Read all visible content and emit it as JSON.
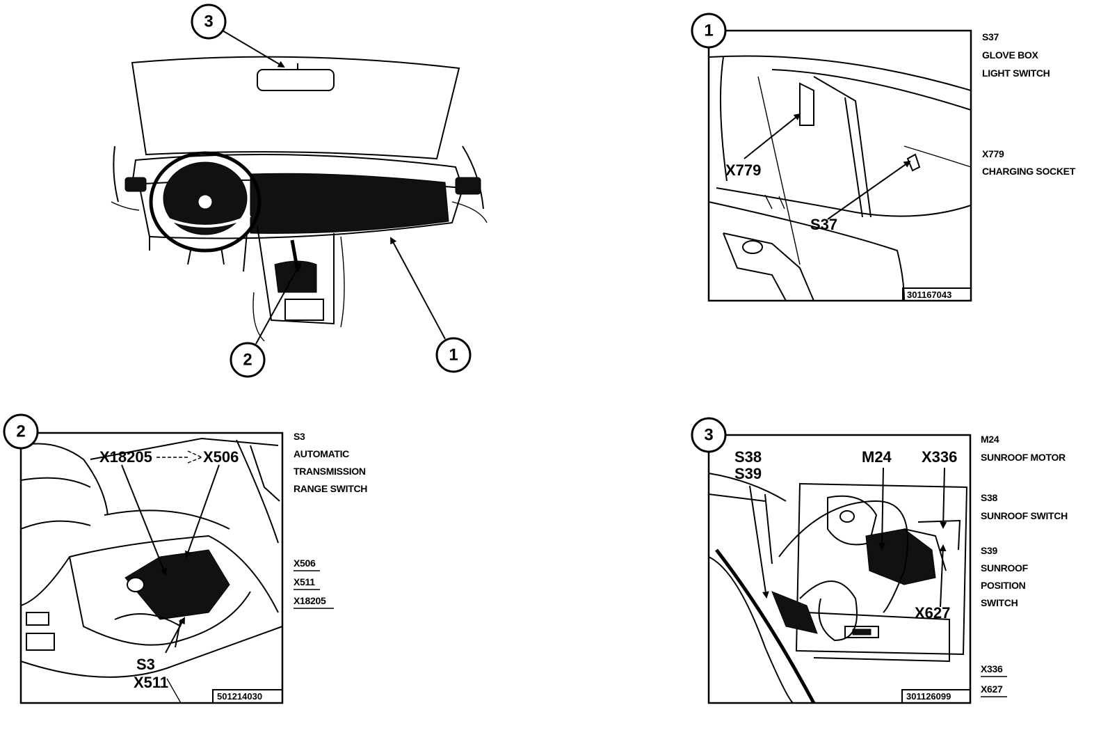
{
  "overview": {
    "callouts": [
      "3",
      "2",
      "1"
    ]
  },
  "panel1": {
    "number": "1",
    "labels": {
      "x779": "X779",
      "s37": "S37"
    },
    "side": {
      "s37_code": "S37",
      "s37_line1": "GLOVE BOX",
      "s37_line2": "LIGHT SWITCH",
      "x779_code": "X779",
      "x779_line1": "CHARGING SOCKET"
    },
    "ref": "301167043"
  },
  "panel2": {
    "number": "2",
    "labels": {
      "x18205": "X18205",
      "x506": "X506",
      "s3": "S3",
      "x511": "X511"
    },
    "side": {
      "s3_code": "S3",
      "line1": "AUTOMATIC",
      "line2": "TRANSMISSION",
      "line3": "RANGE SWITCH",
      "conn1": "X506",
      "conn2": "X511",
      "conn3": "X18205"
    },
    "ref": "501214030"
  },
  "panel3": {
    "number": "3",
    "labels": {
      "s38": "S38",
      "s39": "S39",
      "m24": "M24",
      "x336": "X336",
      "x627": "X627"
    },
    "side": {
      "m24_code": "M24",
      "m24_line1": "SUNROOF MOTOR",
      "s38_code": "S38",
      "s38_line1": "SUNROOF SWITCH",
      "s39_code": "S39",
      "s39_line1": "SUNROOF",
      "s39_line2": "POSITION",
      "s39_line3": "SWITCH",
      "conn1": "X336",
      "conn2": "X627"
    },
    "ref": "301126099"
  }
}
